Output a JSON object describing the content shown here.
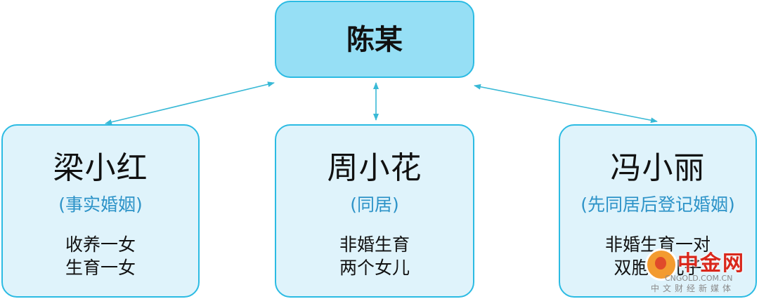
{
  "top": {
    "name": "陈某"
  },
  "children": [
    {
      "name": "梁小红",
      "note": "(事实婚姻)",
      "lines": [
        "收养一女",
        "生育一女"
      ]
    },
    {
      "name": "周小花",
      "note": "(同居)",
      "lines": [
        "非婚生育",
        "两个女儿"
      ]
    },
    {
      "name": "冯小丽",
      "note": "(先同居后登记婚姻)",
      "lines": [
        "非婚生育一对",
        "双胞胎儿子"
      ]
    }
  ],
  "watermark": {
    "title": "中金网",
    "site": "CNGOLD.COM.CN",
    "tagline": "中文财经新媒体"
  },
  "colors": {
    "top_fill": "#96dff5",
    "child_fill": "#dff3fb",
    "border": "#2bbbe3",
    "note_text": "#2d93c8",
    "arrow": "#39b9d6"
  }
}
